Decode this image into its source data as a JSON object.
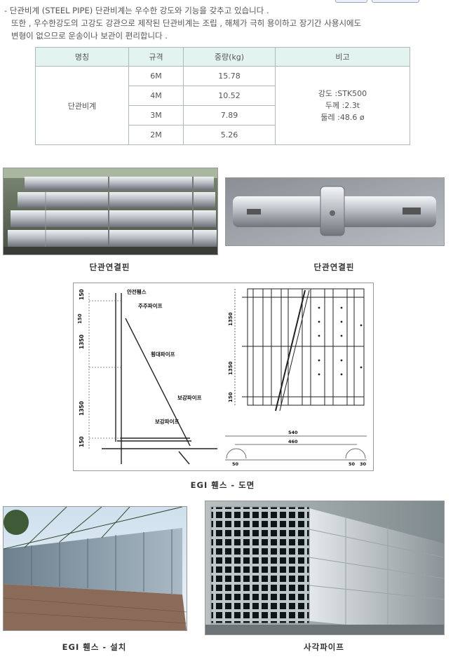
{
  "intro": {
    "line1": "- 단관비계 (STEEL PIPE) 단관비계는 우수한 강도와 기능을 갖추고 있습니다 .",
    "line2": "또한 , 우수한강도의 고강도 강관으로 제작된 단관비계는 조립 , 해체가 극히 용이하고 장기간 사용시에도",
    "line3": "변형이 없으므로 운송이나 보관이 편리합니다 ."
  },
  "table": {
    "headers": [
      "명칭",
      "규격",
      "중량(kg)",
      "비고"
    ],
    "name": "단관비계",
    "rows": [
      {
        "size": "6M",
        "weight": "15.78"
      },
      {
        "size": "4M",
        "weight": "10.52"
      },
      {
        "size": "3M",
        "weight": "7.89"
      },
      {
        "size": "2M",
        "weight": "5.26"
      }
    ],
    "note": [
      "강도 :STK500",
      "두께 :2.3t",
      "둘레 :48.6 ø"
    ]
  },
  "captions": {
    "pipes": "단관연결핀",
    "pin": "단관연결핀",
    "drawing": "EGI 휀스 - 도면",
    "install": "EGI 휀스 - 설치",
    "square": "사각파이프"
  },
  "drawing": {
    "labels": {
      "safety_fence": "안전휀스",
      "main_pipe": "주주파이프",
      "cross_pipe": "횡대파이프",
      "brace_pipe1": "보강파이프",
      "brace_pipe2": "보강파이프"
    },
    "dims_left": [
      "150",
      "1350",
      "1350",
      "150"
    ],
    "dims_right": [
      "1350",
      "1350",
      "150"
    ],
    "dims_bottom": [
      "540",
      "460",
      "50",
      "50",
      "30"
    ]
  },
  "colors": {
    "table_header_bg": "#e3f3ef",
    "table_border": "#aeb9b9"
  }
}
